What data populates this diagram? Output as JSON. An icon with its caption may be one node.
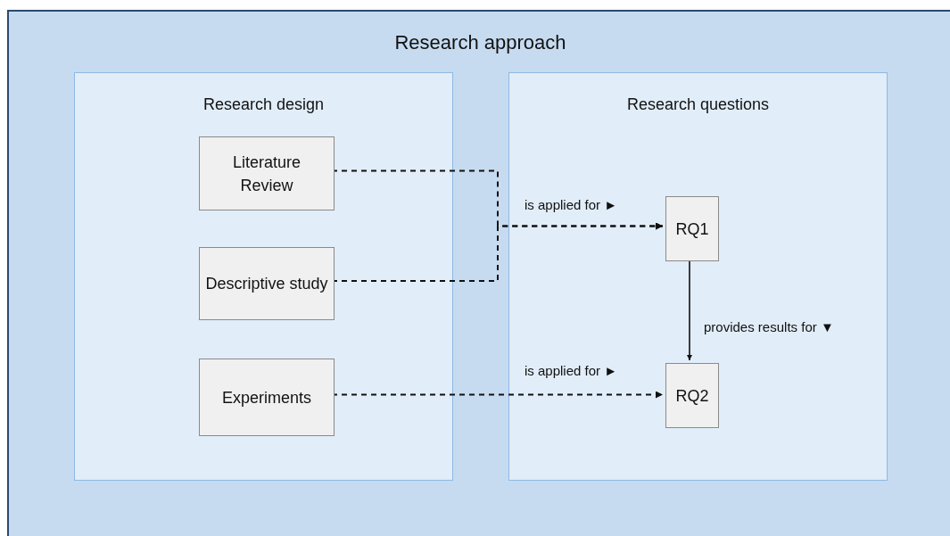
{
  "diagram": {
    "nodes": [
      {
        "text": [
          "Research approach"
        ]
      },
      {
        "text": [
          "Research design"
        ],
        "in": 0
      },
      {
        "text": [
          "Literature Review"
        ],
        "in": 1
      },
      {
        "text": [
          "Descriptive study"
        ],
        "in": 1
      },
      {
        "text": [
          "Experiments"
        ],
        "in": 1
      },
      {
        "text": [
          "Research questions"
        ],
        "in": 0
      },
      {
        "text": [
          "RQ1"
        ],
        "in": 5
      },
      {
        "text": [
          "RQ2"
        ],
        "in": 5
      }
    ],
    "edges": [
      {
        "from": 2,
        "to": 6,
        "arrow": "to",
        "style": "dashed",
        "label": "is applied for ►"
      },
      {
        "from": 3,
        "to": 6,
        "arrow": "to",
        "style": "dashed"
      },
      {
        "from": 4,
        "to": 7,
        "arrow": "to",
        "style": "dashed",
        "label": "is applied for ►"
      },
      {
        "from": 6,
        "to": 7,
        "arrow": "to",
        "label": "provides results for ▼"
      }
    ]
  }
}
